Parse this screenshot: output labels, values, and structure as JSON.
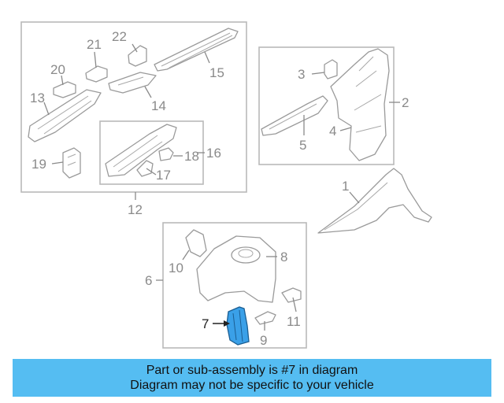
{
  "callouts": {
    "c1": "1",
    "c2": "2",
    "c3": "3",
    "c4": "4",
    "c5": "5",
    "c6": "6",
    "c7": "7",
    "c8": "8",
    "c9": "9",
    "c10": "10",
    "c11": "11",
    "c12": "12",
    "c13": "13",
    "c14": "14",
    "c15": "15",
    "c16": "16",
    "c17": "17",
    "c18": "18",
    "c19": "19",
    "c20": "20",
    "c21": "21",
    "c22": "22"
  },
  "banner": {
    "line1": "Part or sub-assembly is #7 in diagram",
    "line2": "Diagram may not be specific to your vehicle",
    "color": "#55bdf2"
  },
  "highlight_color": "#3aa0e8"
}
